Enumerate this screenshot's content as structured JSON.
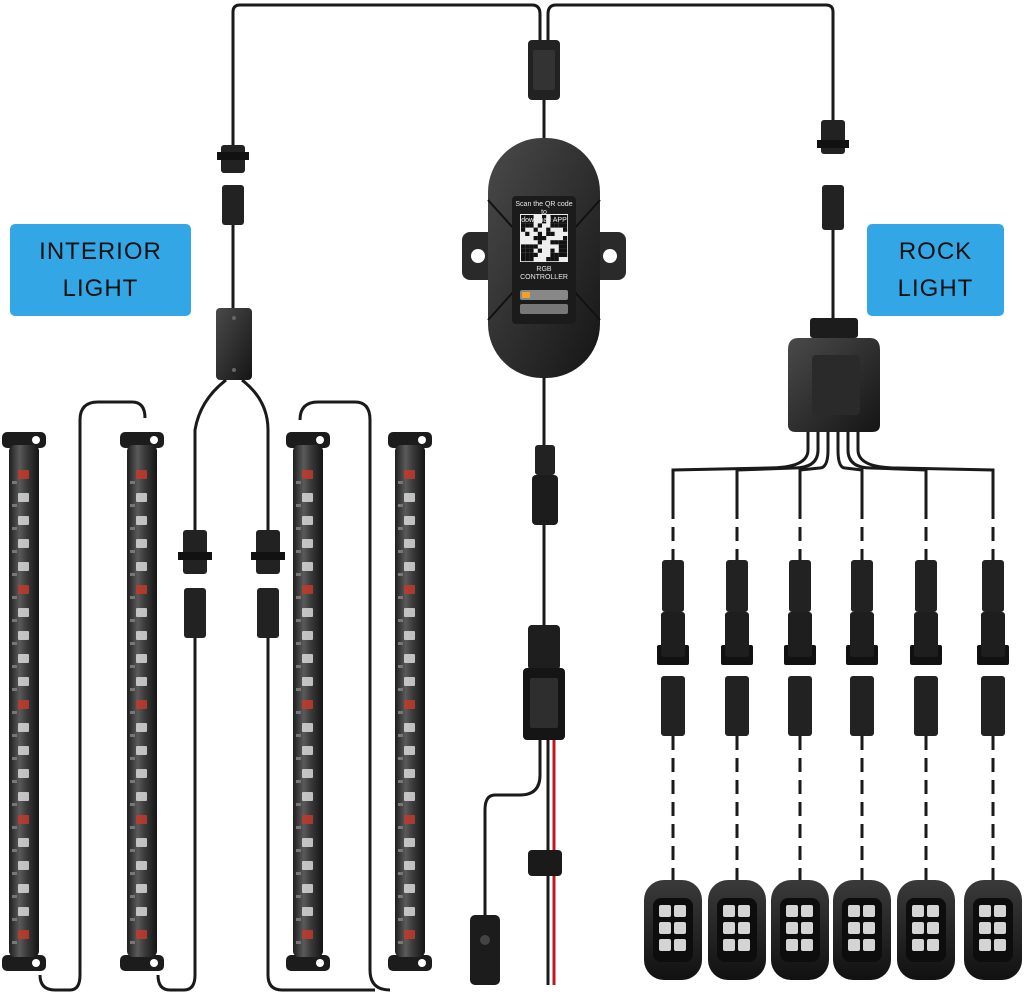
{
  "labels": {
    "interior_line1": "INTERIOR",
    "interior_line2": "LIGHT",
    "rock_line1": "ROCK",
    "rock_line2": "LIGHT"
  },
  "controller": {
    "qr_caption_line1": "Scan the QR code to",
    "qr_caption_line2": "download APP",
    "name_line1": "RGB",
    "name_line2": "CONTROLLER"
  },
  "colors": {
    "label_bg": "#33a7e6",
    "wire": "#1a1a1a",
    "red_wire": "#c0181c",
    "led_red": "#c0392b"
  },
  "components": {
    "interior_strips": 4,
    "rock_pods": 6
  }
}
